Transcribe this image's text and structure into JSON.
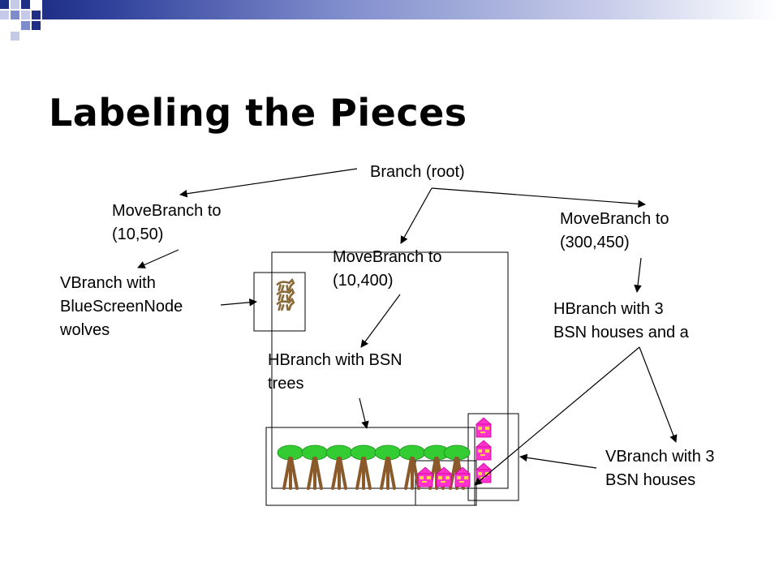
{
  "slide": {
    "title": "Labeling the Pieces"
  },
  "labels": {
    "root": "Branch (root)",
    "move_left_l1": "MoveBranch to",
    "move_left_l2": "(10,50)",
    "move_mid_l1": "MoveBranch to",
    "move_mid_l2": "(10,400)",
    "move_right_l1": "MoveBranch to",
    "move_right_l2": "(300,450)",
    "vbranch_wolves_l1": "VBranch with",
    "vbranch_wolves_l2": "BlueScreenNode",
    "vbranch_wolves_l3": "wolves",
    "hbranch_trees_l1": "HBranch with BSN",
    "hbranch_trees_l2": "trees",
    "hbranch_houses_l1": "HBranch with 3",
    "hbranch_houses_l2": "BSN houses and a",
    "vbranch_houses_l1": "VBranch with 3",
    "vbranch_houses_l2": "BSN houses"
  },
  "colors": {
    "deco_navy": "#1f2f86",
    "deco_blue": "#7f8ccc",
    "deco_light": "#c4cae8",
    "tree_green": "#33cc33",
    "tree_trunk": "#8b5a2b",
    "house_pink": "#ff33cc",
    "wolf_brown": "#8b6a3a"
  }
}
